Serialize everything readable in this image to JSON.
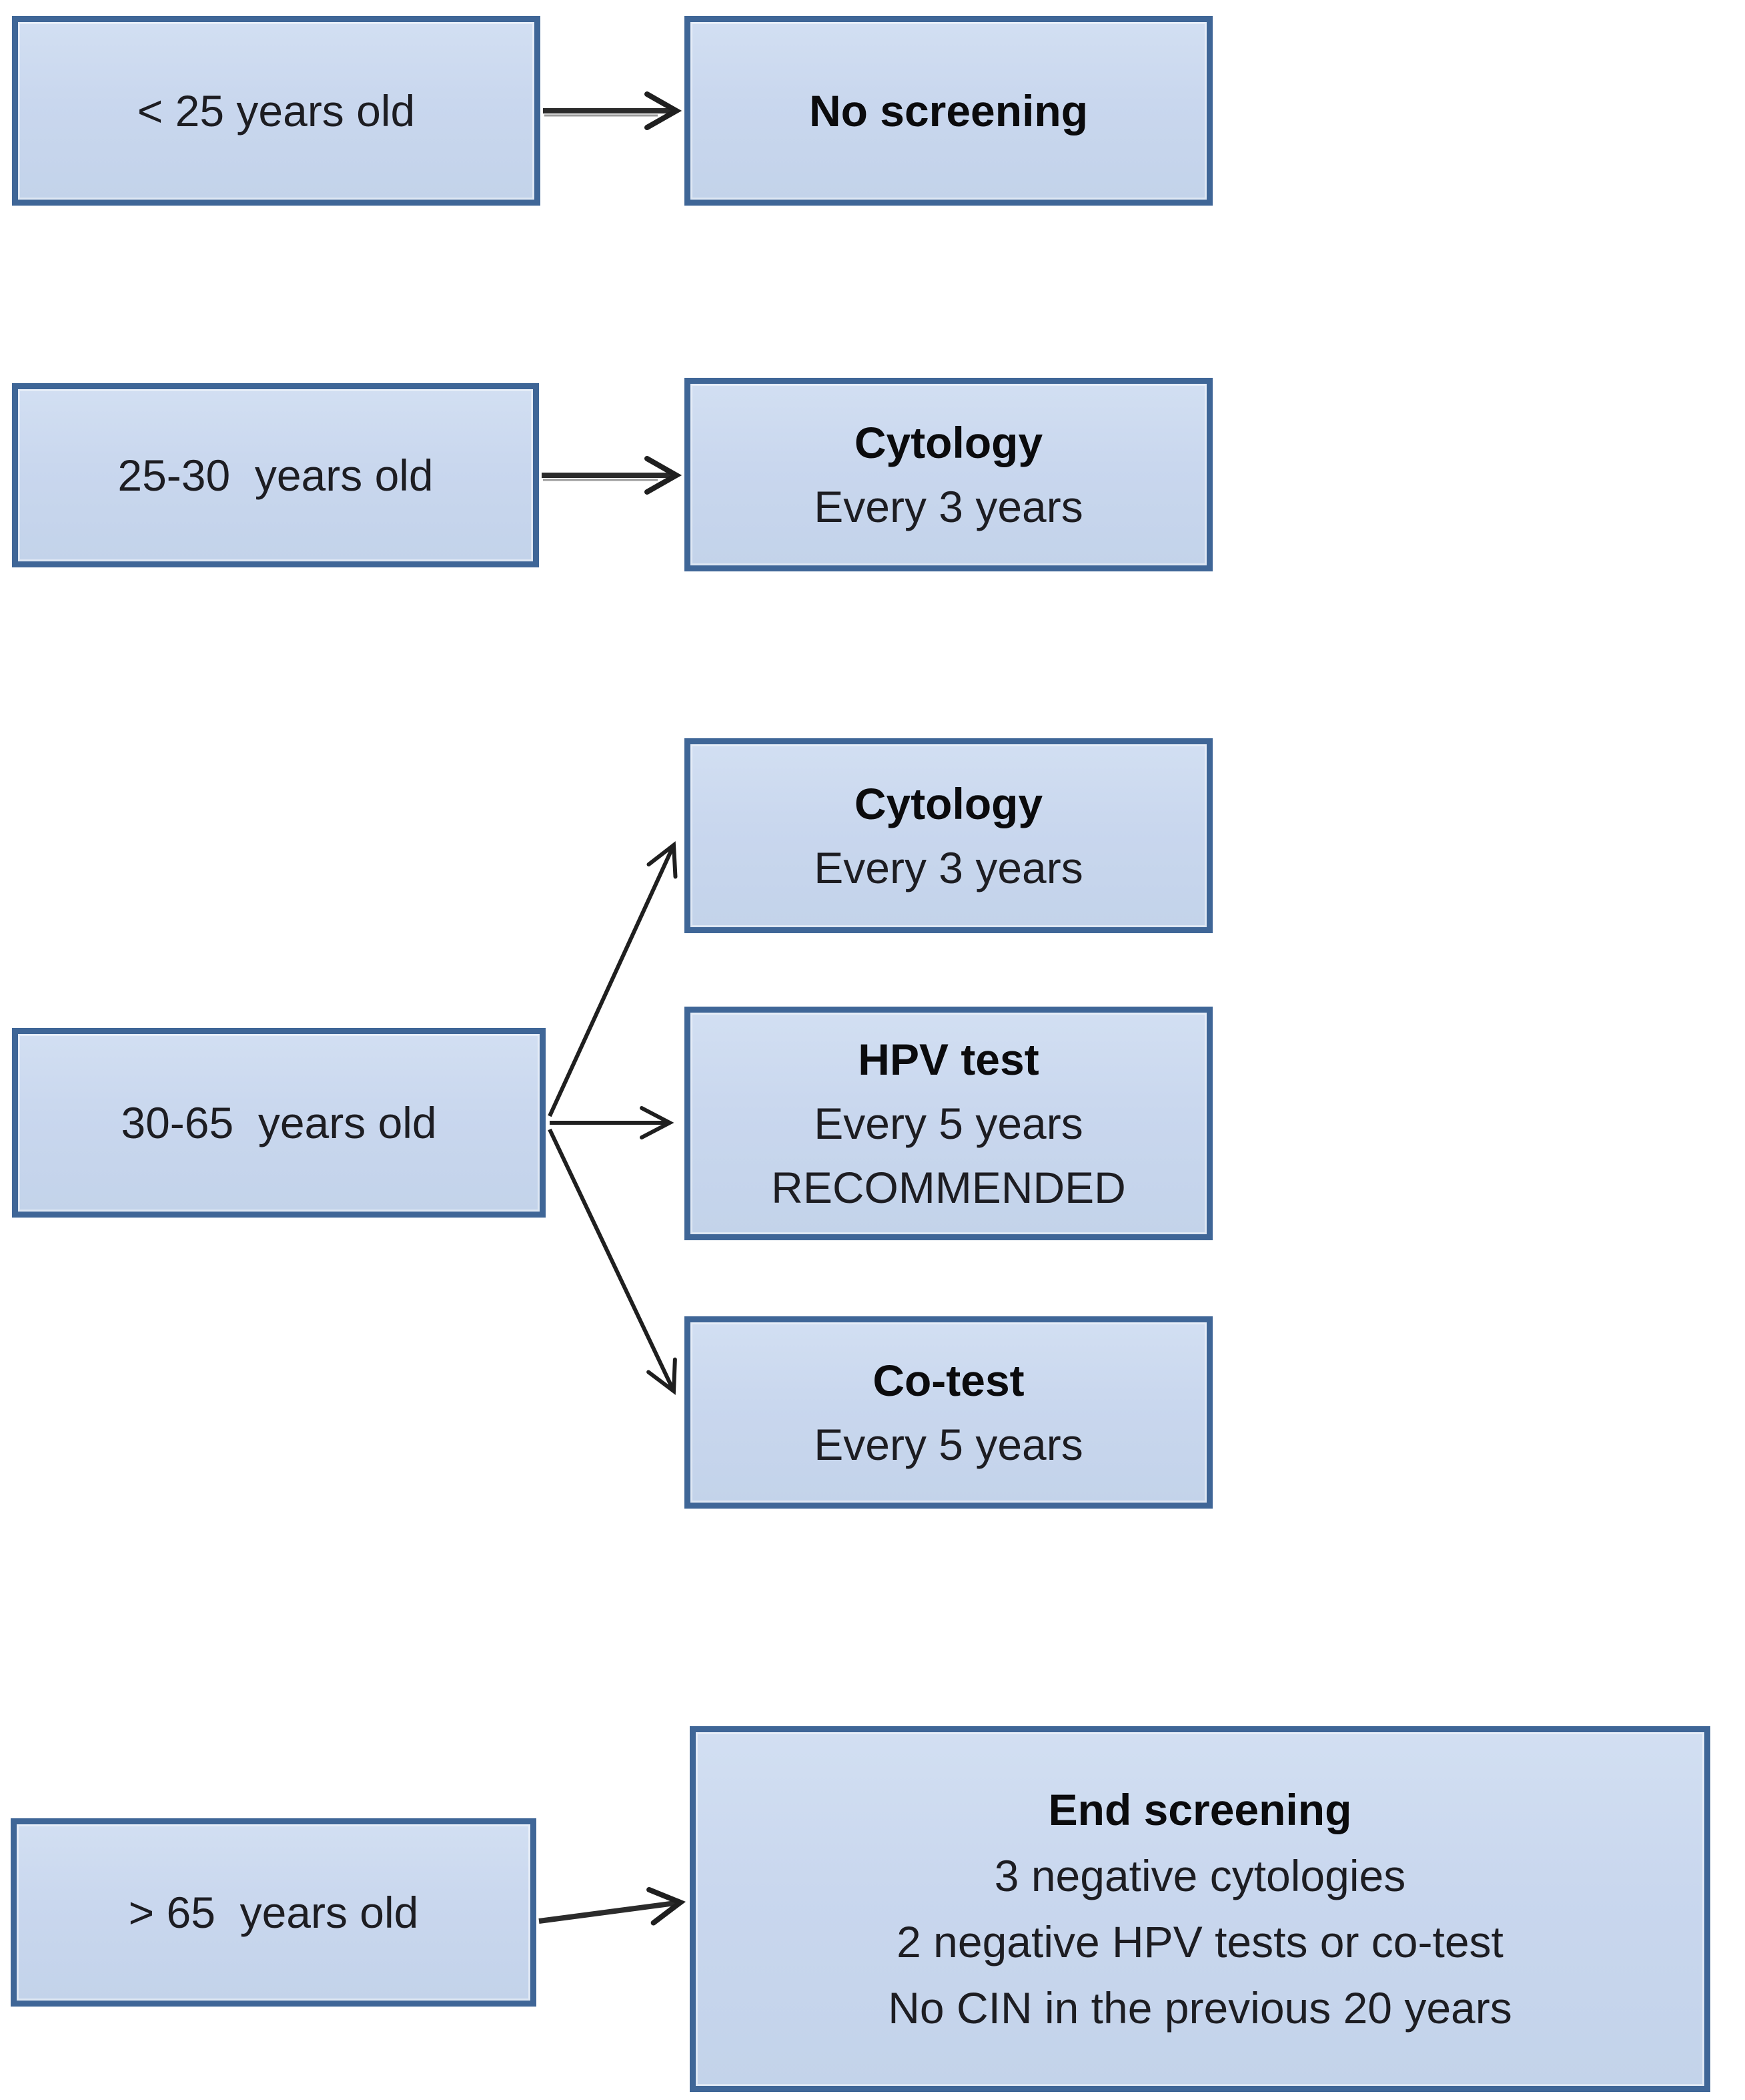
{
  "colors": {
    "box_fill": "#c9d7ee",
    "box_border": "#3f6697",
    "text": "#1d1d22",
    "bold_text": "#0b0b0d",
    "arrow": "#1f1f1f",
    "background": "#ffffff"
  },
  "nodes": {
    "age_under_25": {
      "label": "< 25 years old"
    },
    "no_screening": {
      "title": "No screening"
    },
    "age_25_30": {
      "label": "25-30  years old"
    },
    "cytology_25_30": {
      "title": "Cytology",
      "frequency": "Every 3 years"
    },
    "age_30_65": {
      "label": "30-65  years old"
    },
    "cytology_30_65": {
      "title": "Cytology",
      "frequency": "Every 3 years"
    },
    "hpv_test": {
      "title": "HPV test",
      "frequency": "Every 5 years",
      "note": "RECOMMENDED"
    },
    "co_test": {
      "title": "Co-test",
      "frequency": "Every 5 years"
    },
    "age_over_65": {
      "label": "> 65  years old"
    },
    "end_screening": {
      "title": "End screening",
      "criteria": [
        "3 negative cytologies",
        "2 negative HPV tests or co-test",
        "No CIN in the previous 20 years"
      ]
    }
  }
}
